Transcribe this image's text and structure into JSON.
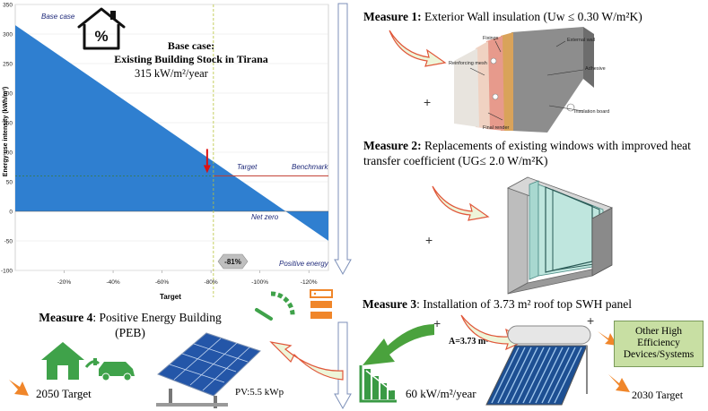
{
  "chart": {
    "type": "area",
    "ylabel": "Energy use intensity (kWh/m²)",
    "xlabel": "Target",
    "y_ticks": [
      "350",
      "300",
      "250",
      "200",
      "150",
      "100",
      "50",
      "0",
      "-50",
      "-100"
    ],
    "x_ticks": [
      "-20%",
      "-40%",
      "-60%",
      "-80%",
      "-100%",
      "-120%"
    ],
    "labels": {
      "base_case": "Base case",
      "target": "Target",
      "benchmark": "Benchmark",
      "net_zero": "Net zero",
      "positive_energy": "Positive energy",
      "reduction_badge": "-81%"
    },
    "base_title_line1": "Base case:",
    "base_title_line2": "Existing Building Stock in Tirana",
    "base_value": "315 kW/m²/year"
  },
  "chart_data": {
    "type": "area",
    "xlabel": "Target",
    "ylabel": "Energy use intensity (kWh/m²)",
    "x": [
      0,
      -20,
      -40,
      -60,
      -80,
      -100,
      -120
    ],
    "y": [
      315,
      258,
      201,
      144,
      87,
      30,
      -27
    ],
    "xlim": [
      0,
      -128
    ],
    "ylim": [
      -100,
      350
    ],
    "target_x": -81,
    "benchmark_y": 60,
    "annotations": [
      "Base case",
      "Target",
      "Benchmark",
      "Net zero",
      "Positive energy",
      "-81%"
    ]
  },
  "measures": {
    "m1_bold": "Measure 1:",
    "m1_text": " Exterior Wall insulation (Uw ≤ 0.30 W/m²K)",
    "m2_bold": "Measure 2:",
    "m2_text": " Replacements of existing windows with improved heat transfer coefficient (UG≤ 2.0 W/m²K)",
    "m3_bold": "Measure 3",
    "m3_text": ": Installation of 3.73 m² roof top SWH panel",
    "m4_bold": "Measure 4",
    "m4_text": ": Positive Energy Building",
    "m4_text2": "(PEB)"
  },
  "wall_labels": {
    "fixings": "Fixings",
    "external_wall": "External wall",
    "reinforcing_mesh": "Reinforcing mesh",
    "adhesive": "Adhesive",
    "insulation_board": "Insulation board",
    "final_render": "Final render"
  },
  "misc": {
    "plus": "+",
    "area_label": "A=3.73 m²",
    "other_devices": "Other High Efficiency Devices/Systems",
    "target_2030": "2030 Target",
    "target_2050": "2050 Target",
    "final_value": "60 kW/m²/year",
    "pv_label": "PV:5.5 kWp"
  },
  "colors": {
    "area_fill": "#2f7fd0",
    "arrow_fill": "#eef5d9",
    "arrow_stroke": "#e0573a",
    "green": "#3fa24a",
    "orange": "#f0862a",
    "box_fill": "#c8dfa3"
  }
}
